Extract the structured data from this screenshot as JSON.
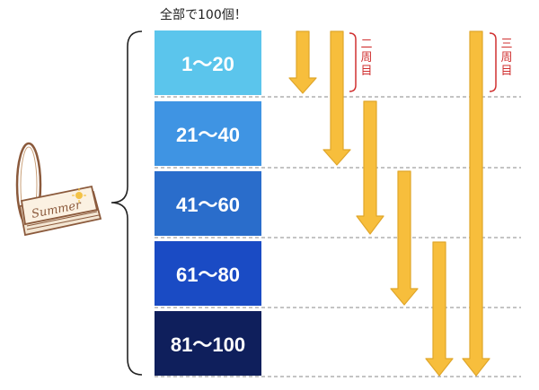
{
  "title": "全部で100個！",
  "colors": {
    "arrow": "#f7be3c",
    "arrow_stroke": "#e0a62a",
    "bracket_red": "#d03030",
    "divider": "#888888"
  },
  "blocks": [
    {
      "label": "1〜20",
      "color": "#5bc5ec"
    },
    {
      "label": "21〜40",
      "color": "#3f94e3"
    },
    {
      "label": "41〜60",
      "color": "#2a6dcb"
    },
    {
      "label": "61〜80",
      "color": "#1a4bc4"
    },
    {
      "label": "81〜100",
      "color": "#0f1f5c"
    }
  ],
  "lap_labels": {
    "second": "二\n周\n目",
    "third": "三\n周\n目"
  },
  "illustration": {
    "icon": "summer-vocabulary-card-ring-icon",
    "text": "Summer"
  }
}
